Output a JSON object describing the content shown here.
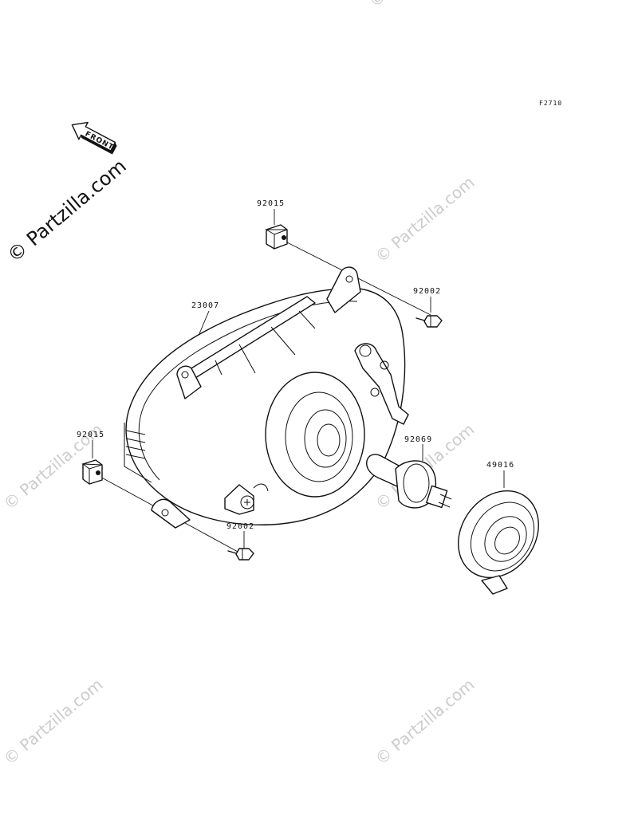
{
  "figure_code": "F2710",
  "watermark_main": "© Partzilla.com",
  "watermark_faint": "© Partzilla.com",
  "front_arrow_label": "FRONT",
  "parts": [
    {
      "id": "p1",
      "number": "92015"
    },
    {
      "id": "p2",
      "number": "92002"
    },
    {
      "id": "p3",
      "number": "23007"
    },
    {
      "id": "p4",
      "number": "92015"
    },
    {
      "id": "p5",
      "number": "92002"
    },
    {
      "id": "p6",
      "number": "92069"
    },
    {
      "id": "p7",
      "number": "49016"
    }
  ]
}
